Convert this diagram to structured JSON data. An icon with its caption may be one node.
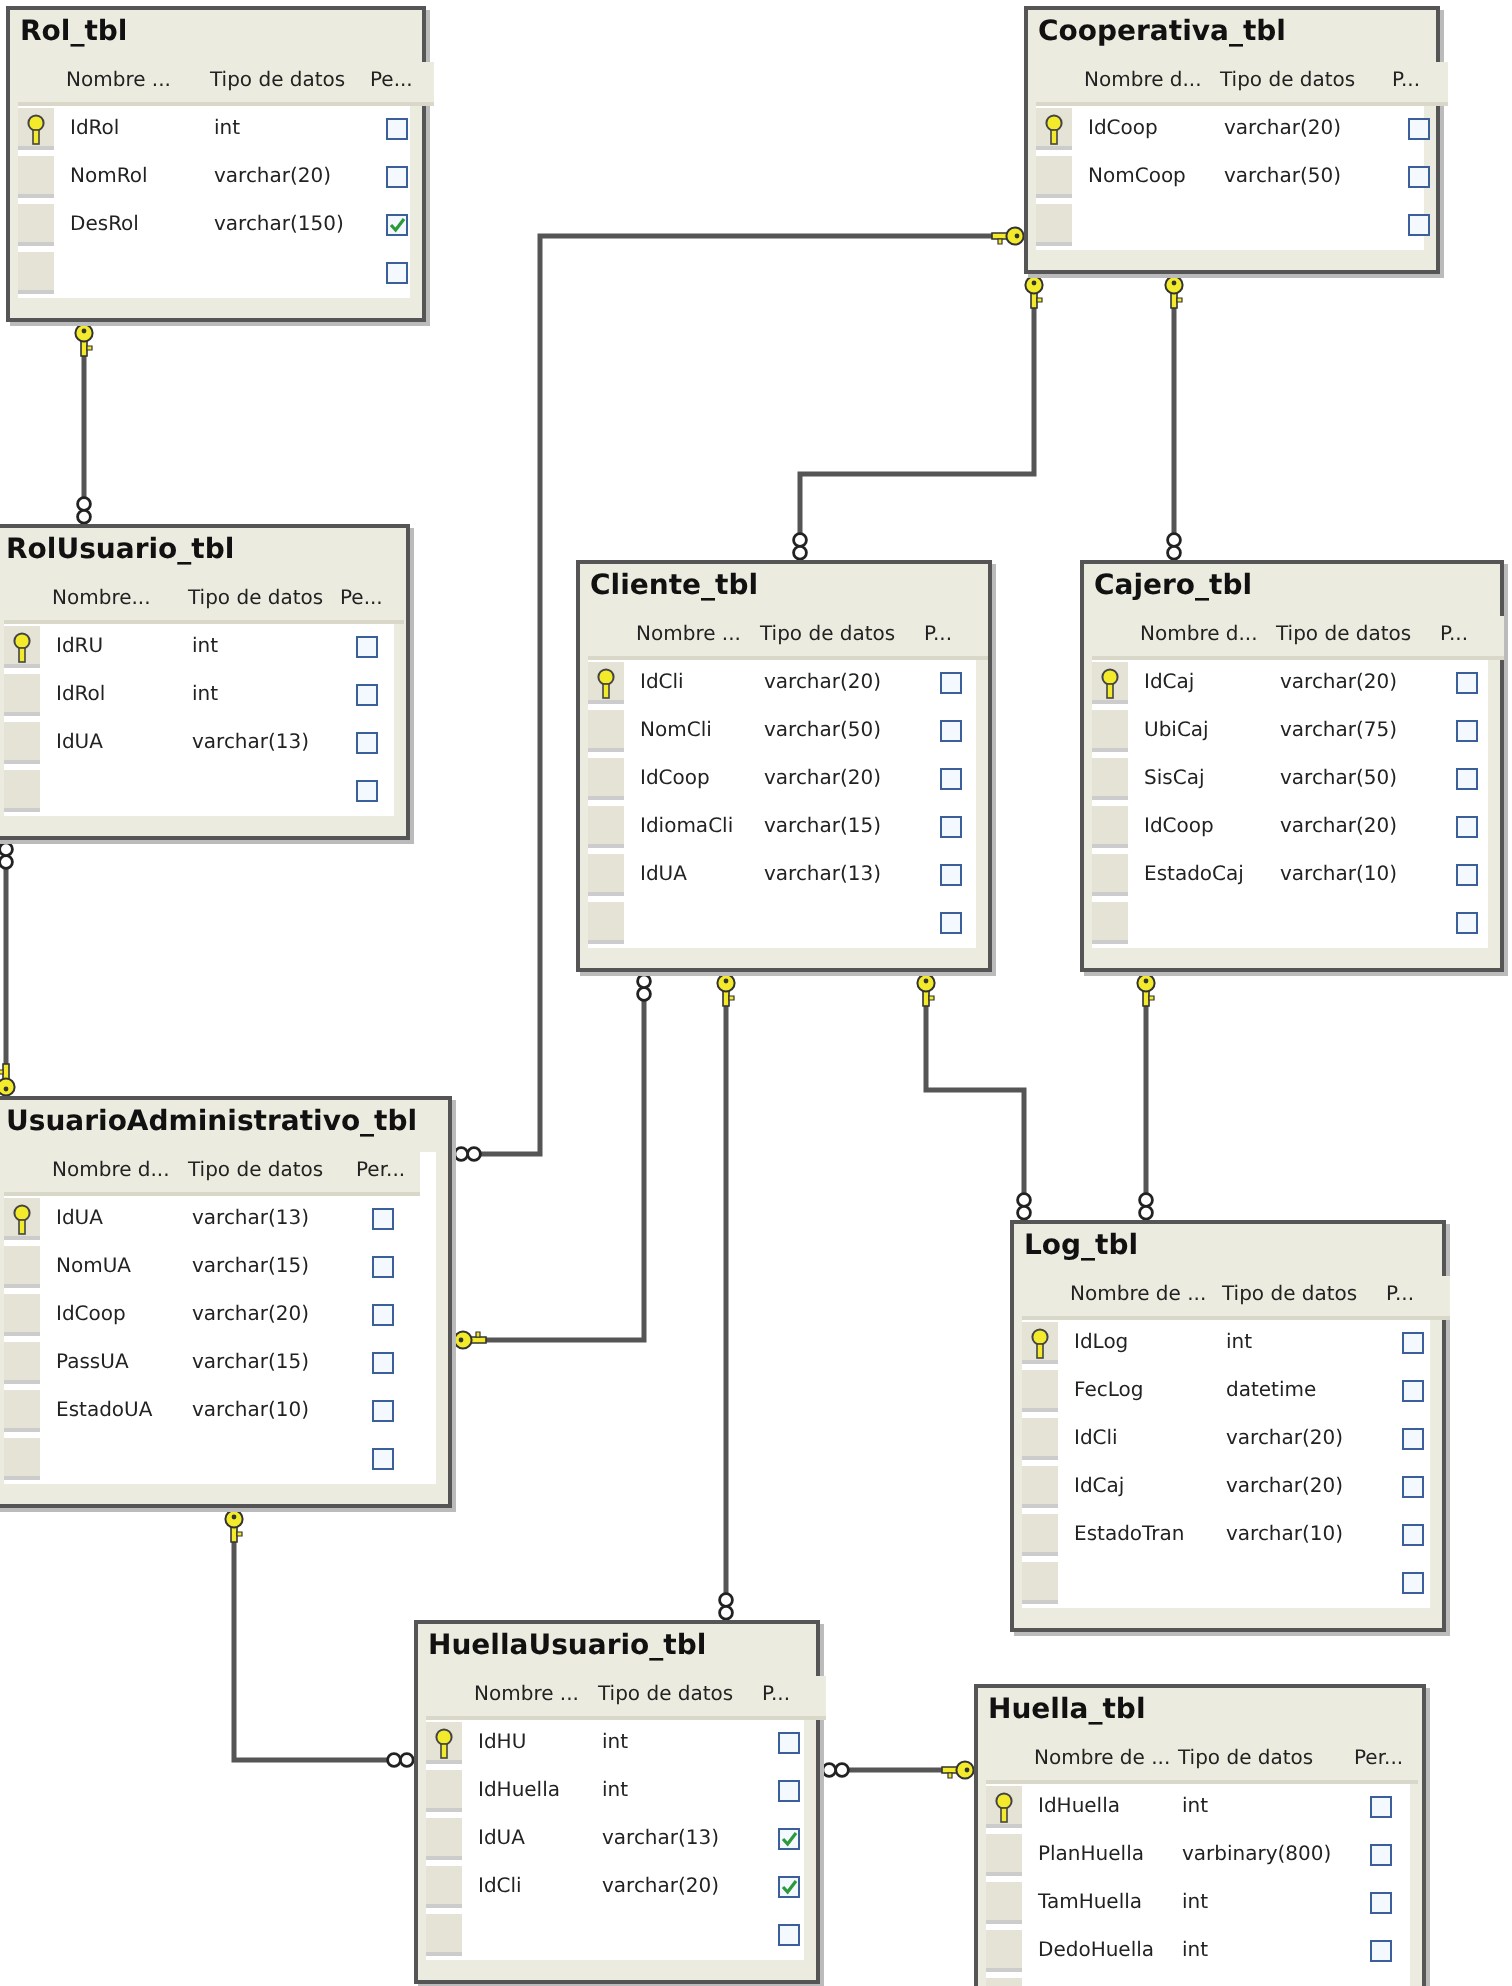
{
  "diagram": {
    "nodes": [
      {
        "text": [
          "Rol_tbl",
          "Nombre ...",
          "Tipo de datos",
          "Pe...",
          "IdRol",
          "int",
          "NomRol",
          "varchar(20)",
          "DesRol",
          "varchar(150)"
        ]
      },
      {
        "text": [
          "Cooperativa_tbl",
          "Nombre d...",
          "Tipo de datos",
          "P...",
          "IdCoop",
          "varchar(20)",
          "NomCoop",
          "varchar(50)"
        ]
      },
      {
        "text": [
          "RolUsuario_tbl",
          "Nombre...",
          "Tipo de datos",
          "Pe...",
          "IdRU",
          "int",
          "IdRol",
          "int",
          "IdUA",
          "varchar(13)"
        ]
      },
      {
        "text": [
          "Cliente_tbl",
          "Nombre ...",
          "Tipo de datos",
          "P...",
          "IdCli",
          "varchar(20)",
          "NomCli",
          "varchar(50)",
          "IdCoop",
          "varchar(20)",
          "IdiomaCli",
          "varchar(15)",
          "IdUA",
          "varchar(13)"
        ]
      },
      {
        "text": [
          "Cajero_tbl",
          "Nombre d...",
          "Tipo de datos",
          "P...",
          "IdCaj",
          "varchar(20)",
          "UbiCaj",
          "varchar(75)",
          "SisCaj",
          "varchar(50)",
          "IdCoop",
          "varchar(20)",
          "EstadoCaj",
          "varchar(10)"
        ]
      },
      {
        "text": [
          "UsuarioAdministrativo_tbl",
          "Nombre d...",
          "Tipo de datos",
          "Per...",
          "IdUA",
          "varchar(13)",
          "NomUA",
          "varchar(15)",
          "IdCoop",
          "varchar(20)",
          "PassUA",
          "varchar(15)",
          "EstadoUA",
          "varchar(10)"
        ]
      },
      {
        "text": [
          "Log_tbl",
          "Nombre de ...",
          "Tipo de datos",
          "P...",
          "IdLog",
          "int",
          "FecLog",
          "datetime",
          "IdCli",
          "varchar(20)",
          "IdCaj",
          "varchar(20)",
          "EstadoTran",
          "varchar(10)"
        ]
      },
      {
        "text": [
          "HuellaUsuario_tbl",
          "Nombre ...",
          "Tipo de datos",
          "P...",
          "IdHU",
          "int",
          "IdHuella",
          "int",
          "IdUA",
          "varchar(13)",
          "IdCli",
          "varchar(20)"
        ]
      },
      {
        "text": [
          "Huella_tbl",
          "Nombre de ...",
          "Tipo de datos",
          "Per...",
          "IdHuella",
          "int",
          "PlanHuella",
          "varbinary(800)",
          "TamHuella",
          "int",
          "DedoHuella",
          "int"
        ]
      }
    ],
    "edges": [
      {
        "from": 0,
        "to": 2,
        "arrow": "other"
      },
      {
        "from": 5,
        "to": 2,
        "arrow": "other"
      },
      {
        "from": 1,
        "to": 5,
        "arrow": "other"
      },
      {
        "from": 1,
        "to": 3,
        "arrow": "other"
      },
      {
        "from": 1,
        "to": 4,
        "arrow": "other"
      },
      {
        "from": 5,
        "to": 3,
        "arrow": "other"
      },
      {
        "from": 3,
        "to": 7,
        "arrow": "other"
      },
      {
        "from": 3,
        "to": 6,
        "arrow": "other"
      },
      {
        "from": 4,
        "to": 6,
        "arrow": "other"
      },
      {
        "from": 5,
        "to": 7,
        "arrow": "other"
      },
      {
        "from": 8,
        "to": 7,
        "arrow": "other"
      }
    ]
  }
}
